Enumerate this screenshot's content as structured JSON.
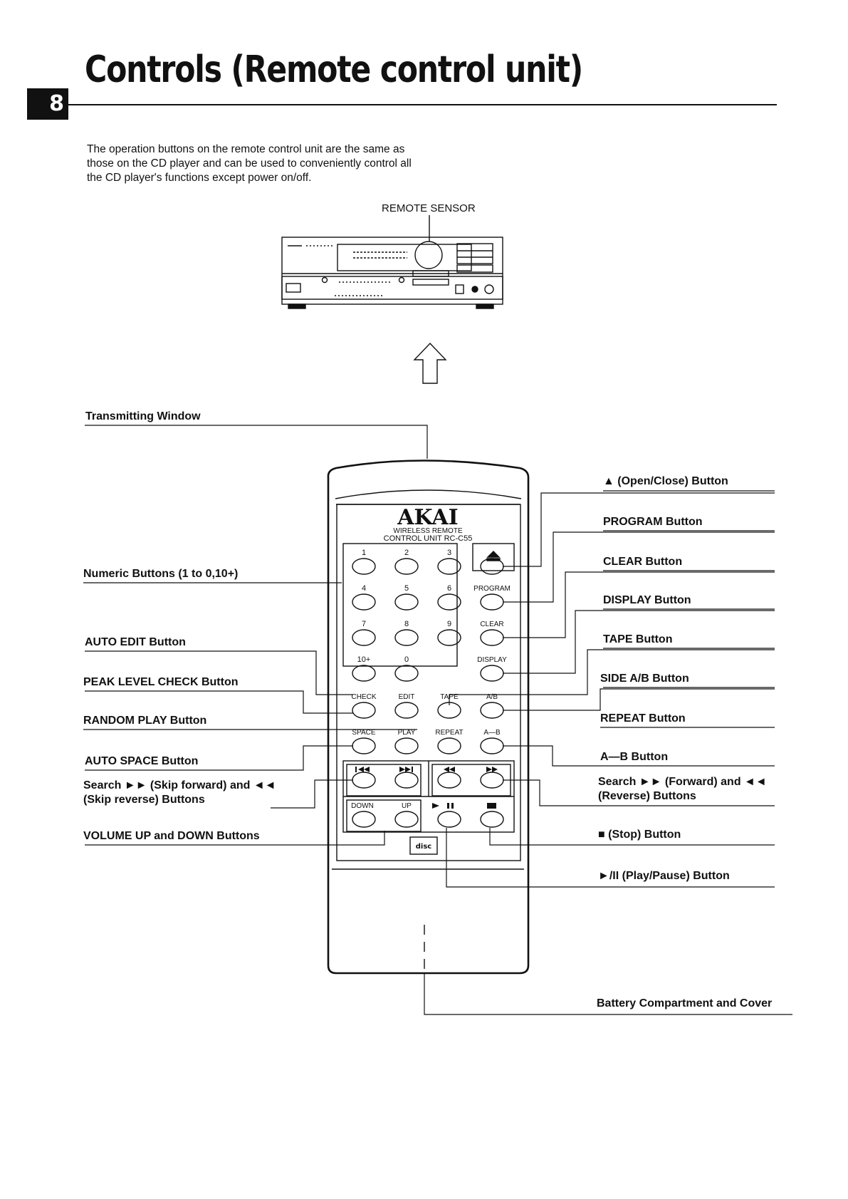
{
  "page": {
    "number": "8",
    "title": "Controls (Remote control unit)",
    "intro": "The operation buttons on the remote control unit are the same as those on the CD player and can be used to conveniently control all the CD player's functions except power on/off."
  },
  "diagram": {
    "sensor_label": "REMOTE SENSOR",
    "remote": {
      "brand": "AKAI",
      "subtitle_1": "WIRELESS REMOTE",
      "subtitle_2": "CONTROL UNIT  RC-C55",
      "keys": {
        "k1": "1",
        "k2": "2",
        "k3": "3",
        "k4": "4",
        "k5": "5",
        "k6": "6",
        "k7": "7",
        "k8": "8",
        "k9": "9",
        "k10": "10+",
        "k0": "0",
        "program": "PROGRAM",
        "clear": "CLEAR",
        "display": "DISPLAY",
        "check": "CHECK",
        "edit": "EDIT",
        "tape": "TAPE",
        "ab_side": "A/B",
        "space": "SPACE",
        "play": "PLAY",
        "repeat": "REPEAT",
        "a_b": "A—B",
        "down": "DOWN",
        "up": "UP"
      }
    },
    "callouts": {
      "transmitting_window": "Transmitting Window",
      "numeric": "Numeric Buttons (1 to 0,10+)",
      "auto_edit": "AUTO EDIT Button",
      "peak_level": "PEAK LEVEL CHECK Button",
      "random_play": "RANDOM PLAY Button",
      "auto_space": "AUTO SPACE Button",
      "search_skip": "Search ►► (Skip forward) and ◄◄ (Skip reverse) Buttons",
      "volume": "VOLUME UP and DOWN Buttons",
      "open_close": "▲ (Open/Close) Button",
      "program": "PROGRAM Button",
      "clear": "CLEAR Button",
      "display": "DISPLAY Button",
      "tape": "TAPE Button",
      "side_ab": "SIDE A/B Button",
      "repeat": "REPEAT Button",
      "a_b": "A—B Button",
      "search_fwd": "Search ►► (Forward) and ◄◄ (Reverse) Buttons",
      "stop": "■ (Stop) Button",
      "play_pause": "►/II (Play/Pause) Button",
      "battery": "Battery Compartment and Cover"
    }
  }
}
